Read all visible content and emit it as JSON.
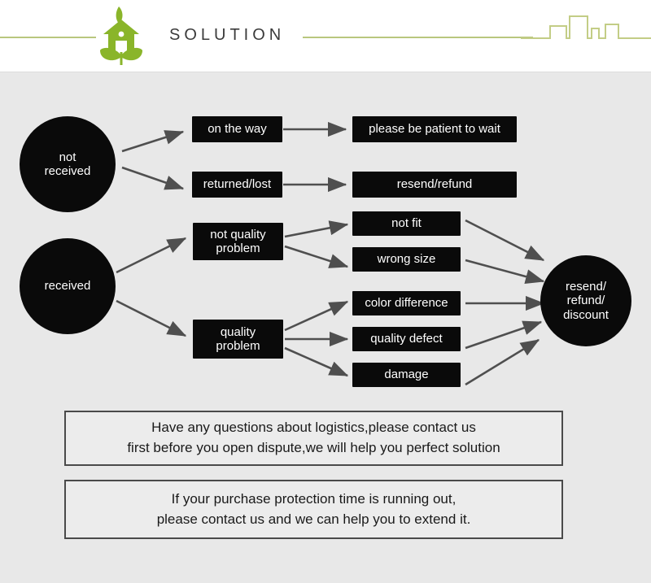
{
  "header": {
    "title": "SOLUTION",
    "logo_icon": "eco-house-leaf-logo",
    "skyline_icon": "city-skyline-icon",
    "accent_color": "#b9c77e",
    "title_color": "#3b3b3b"
  },
  "flowchart": {
    "node_fill": "#0a0a0a",
    "node_text_color": "#ffffff",
    "arrow_color": "#4f4f4f",
    "nodes": [
      {
        "id": "not-received",
        "label": "not\nreceived",
        "shape": "circle"
      },
      {
        "id": "on-the-way",
        "label": "on the way",
        "shape": "box"
      },
      {
        "id": "returned-lost",
        "label": "returned/lost",
        "shape": "box"
      },
      {
        "id": "be-patient",
        "label": "please be patient to wait",
        "shape": "box"
      },
      {
        "id": "resend-refund",
        "label": "resend/refund",
        "shape": "box"
      },
      {
        "id": "received",
        "label": "received",
        "shape": "circle"
      },
      {
        "id": "not-quality",
        "label": "not quality\nproblem",
        "shape": "box"
      },
      {
        "id": "quality",
        "label": "quality\nproblem",
        "shape": "box"
      },
      {
        "id": "not-fit",
        "label": "not fit",
        "shape": "box"
      },
      {
        "id": "wrong-size",
        "label": "wrong size",
        "shape": "box"
      },
      {
        "id": "color-diff",
        "label": "color difference",
        "shape": "box"
      },
      {
        "id": "quality-defect",
        "label": "quality defect",
        "shape": "box"
      },
      {
        "id": "damage",
        "label": "damage",
        "shape": "box"
      },
      {
        "id": "resend-refund-discount",
        "label": "resend/\nrefund/\ndiscount",
        "shape": "circle"
      }
    ]
  },
  "notes": [
    {
      "id": "logistics-note",
      "line1": "Have any questions about logistics,please contact us",
      "line2": "first before you open dispute,we will help you perfect solution"
    },
    {
      "id": "protection-note",
      "line1": "If your purchase protection time is running out,",
      "line2": "please contact us and we can help you to extend it."
    }
  ]
}
